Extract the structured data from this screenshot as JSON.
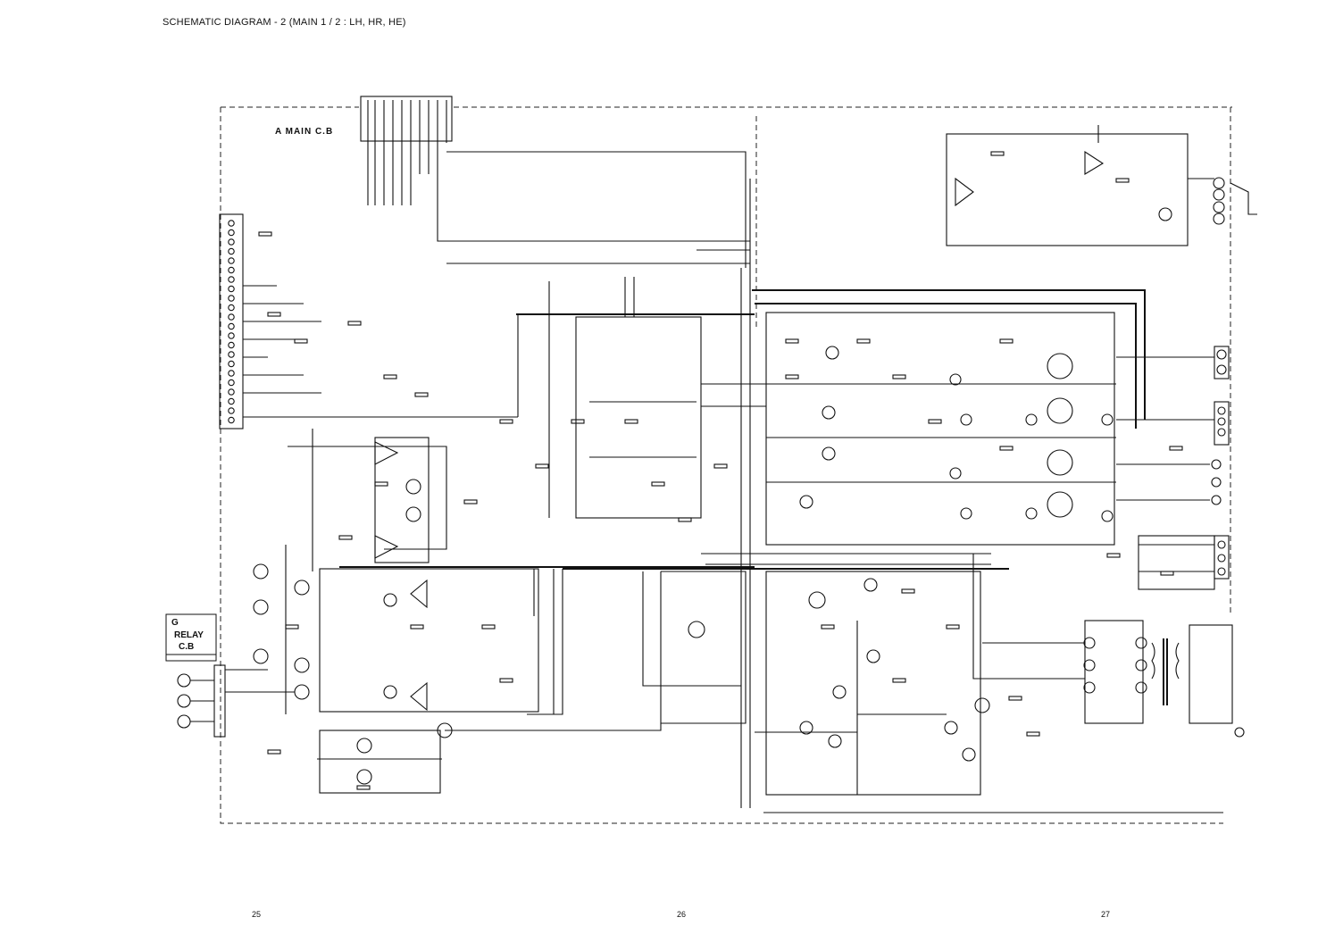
{
  "header": {
    "title": "SCHEMATIC DIAGRAM - 2  (MAIN 1 / 2 : LH, HR, HE)"
  },
  "blocks": {
    "main_label": "A  MAIN  C.B",
    "relay_letter": "G",
    "relay_line1": "RELAY",
    "relay_line2": "C.B"
  },
  "pages": {
    "left": "25",
    "center": "26",
    "right": "27"
  }
}
